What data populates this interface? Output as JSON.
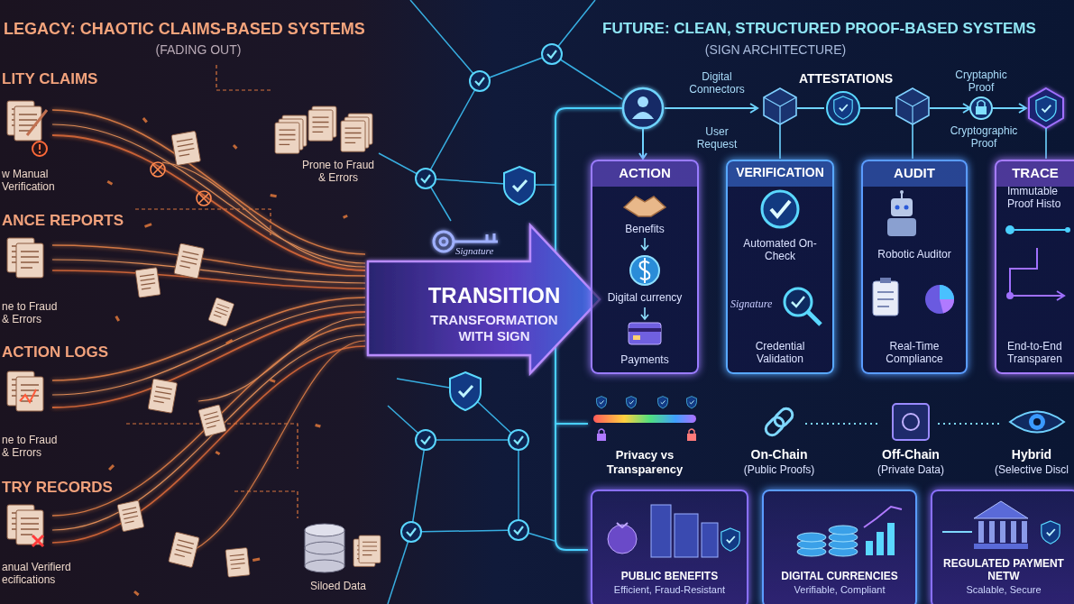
{
  "diagram": {
    "nodes": [
      {
        "text": [
          "TRANSITION",
          "TRANSFORMATION WITH SIGN"
        ]
      },
      {
        "text": [
          "ACTION",
          "Benefits",
          "Digital currency",
          "Payments"
        ]
      },
      {
        "text": [
          "VERIFICATION",
          "Automated On-Check",
          "Credential Validation"
        ]
      },
      {
        "text": [
          "AUDIT",
          "Robotic Auditor",
          "Real-Time Compliance"
        ]
      },
      {
        "text": [
          "TRACE",
          "Immutable Proof Histo",
          "End-to-End Transparen"
        ]
      },
      {
        "text": [
          "PUBLIC BENEFITS",
          "Efficient, Fraud-Resistant"
        ]
      },
      {
        "text": [
          "DIGITAL CURRENCIES",
          "Verifiable, Compliant"
        ]
      },
      {
        "text": [
          "REGULATED PAYMENT NETW",
          "Scalable, Secure"
        ]
      }
    ],
    "edges": [
      {
        "from": 1,
        "to": 2,
        "arrow": "to"
      },
      {
        "from": 2,
        "to": 3,
        "arrow": "to"
      },
      {
        "from": 3,
        "to": 4,
        "arrow": "to"
      }
    ],
    "labels": [
      "LEGACY: CHAOTIC CLAIMS-BASED SYSTEMS",
      "(FADING OUT)",
      "FUTURE: CLEAN, STRUCTURED PROOF-BASED SYSTEMS",
      "(SIGN ARCHITECTURE)",
      "LITY CLAIMS",
      "w Manual Verification",
      "Prone to Fraud & Errors",
      "ANCE REPORTS",
      "ne to Fraud & Errors",
      "ACTION LOGS",
      "ne to Fraud & Errors",
      "TRY RECORDS",
      "anual Verifierd ecifications",
      "Siloed Data",
      "Signature",
      "Digital Connectors",
      "User Request",
      "ATTESTATIONS",
      "Cryptaphic Proof",
      "Cryptographic Proof",
      "Signature",
      "Privacy vs Transparency",
      "On-Chain",
      "(Public Proofs)",
      "Off-Chain",
      "(Private Data)",
      "Hybrid",
      "(Selective Discl"
    ]
  }
}
